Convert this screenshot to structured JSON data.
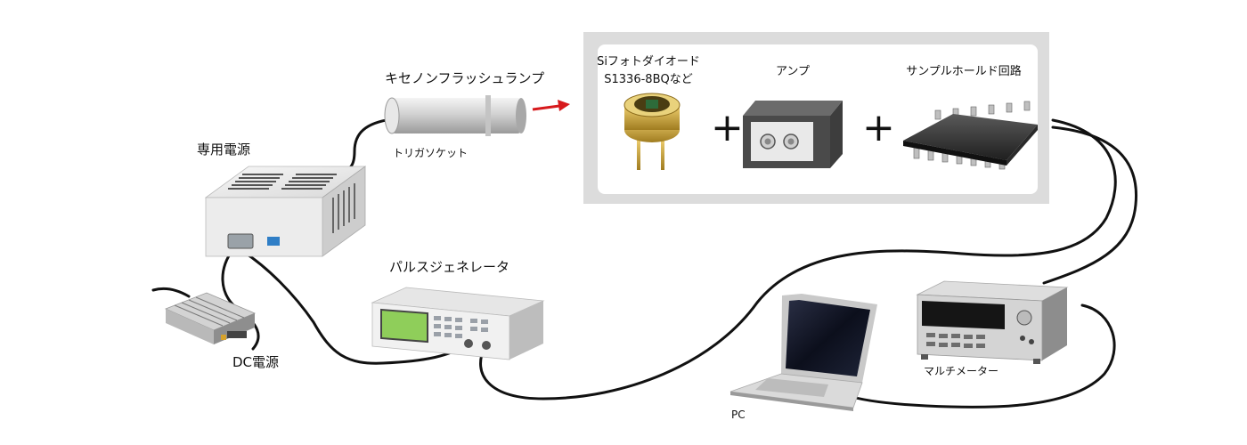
{
  "labels": {
    "xenon_lamp": "キセノンフラッシュランプ",
    "trigger_socket": "トリガソケット",
    "power_supply": "専用電源",
    "dc_power": "DC電源",
    "pulse_generator": "パルスジェネレータ",
    "pc": "PC",
    "multimeter": "マルチメーター",
    "photodiode_line1": "Siフォトダイオード",
    "photodiode_line2": "S1336-8BQなど",
    "amp": "アンプ",
    "sample_hold": "サンプルホールド回路",
    "plus": "+"
  },
  "icons": {
    "arrow": "red-arrow-icon",
    "photodiode": "photodiode-icon",
    "amplifier": "amplifier-box-icon",
    "ic_chip": "ic-chip-icon"
  },
  "colors": {
    "arrow": "#d7191c",
    "panel_bg": "#dcdcdc",
    "panel_inner": "#ffffff",
    "cable": "#111111"
  }
}
